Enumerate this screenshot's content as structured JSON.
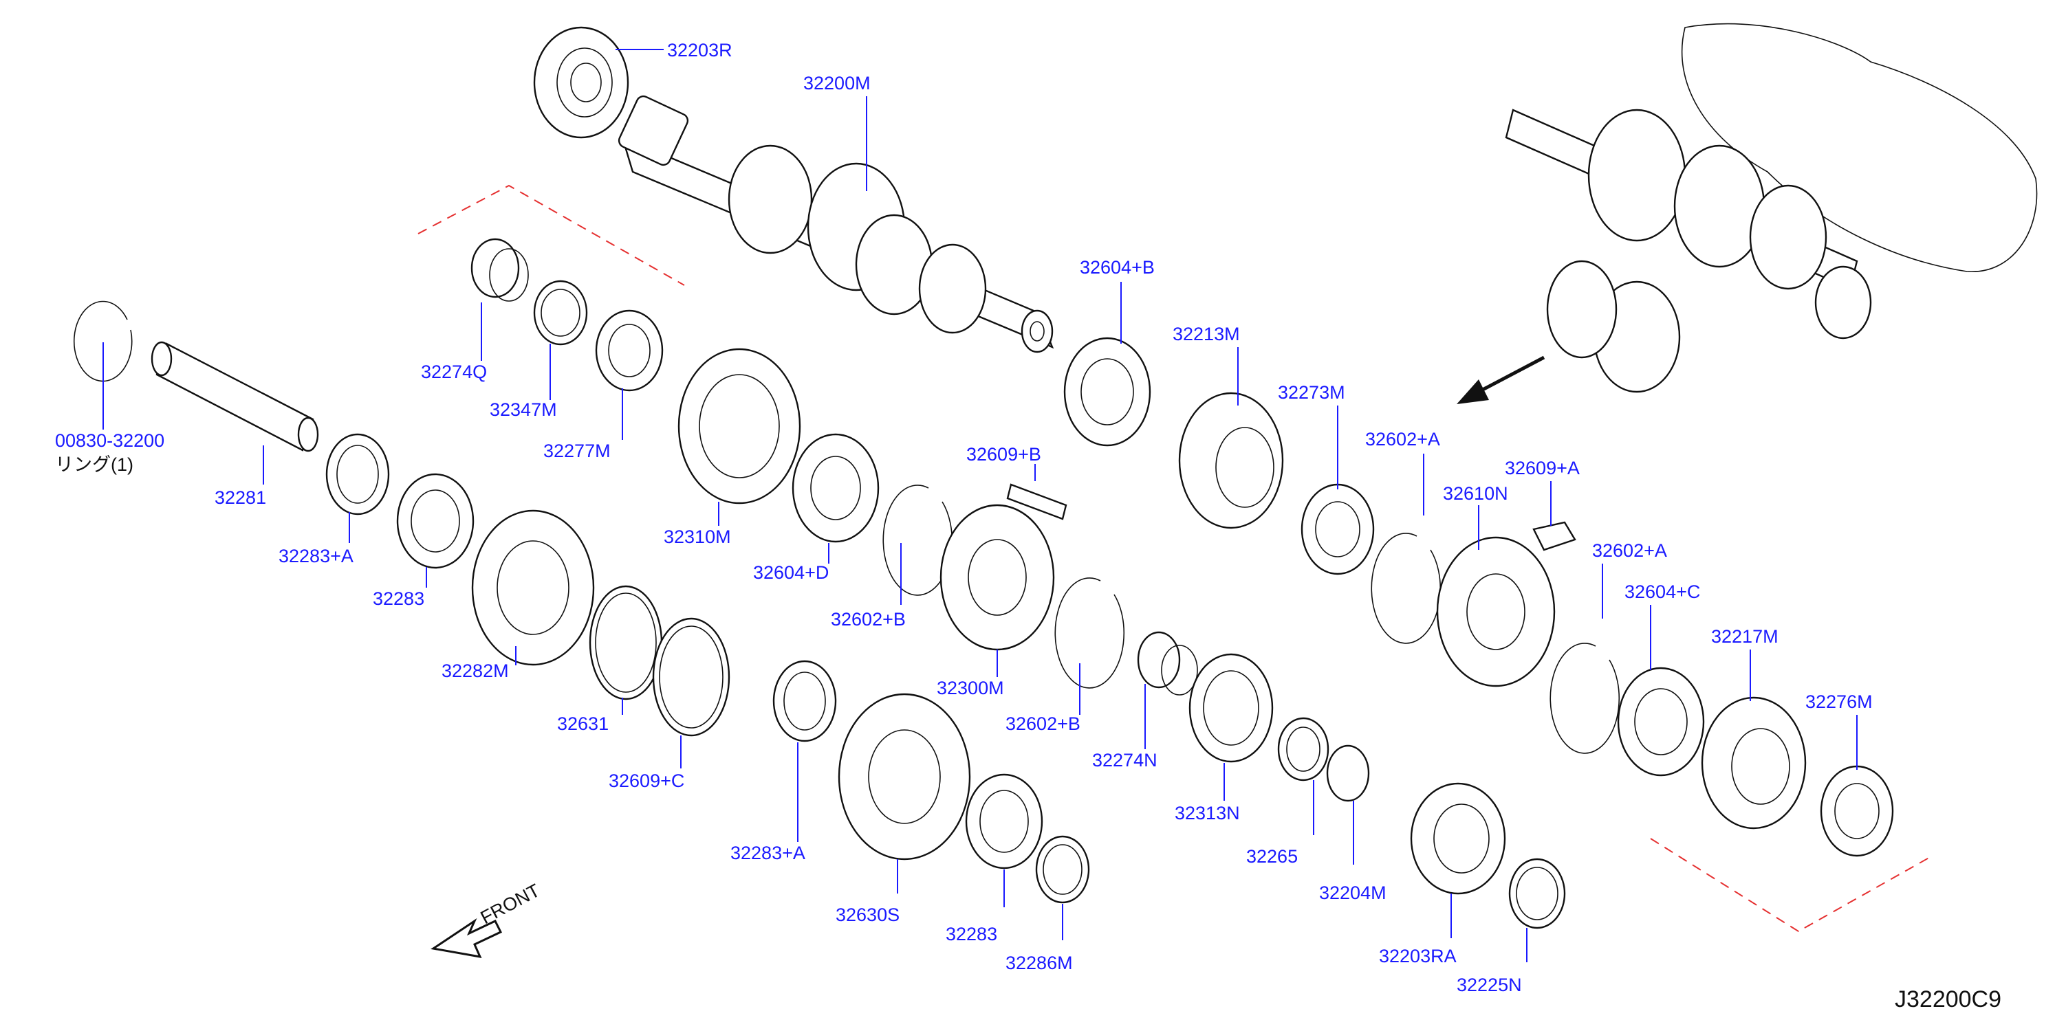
{
  "diagram_code": "J32200C9",
  "front_label": "FRONT",
  "labels": {
    "p32203R": "32203R",
    "p32200M": "32200M",
    "p32604B": "32604+B",
    "p32213M": "32213M",
    "p32273M": "32273M",
    "p32602A_1": "32602+A",
    "p32609A": "32609+A",
    "p32610N": "32610N",
    "p32602A_2": "32602+A",
    "p32604C": "32604+C",
    "p32217M": "32217M",
    "p32276M": "32276M",
    "p32274Q": "32274Q",
    "p32347M": "32347M",
    "p32277M": "32277M",
    "p00830": "00830-32200",
    "ring_note": "リング(1)",
    "p32281": "32281",
    "p32283A_1": "32283+A",
    "p32283_1": "32283",
    "p32310M": "32310M",
    "p32604D": "32604+D",
    "p32609B": "32609+B",
    "p32602B_1": "32602+B",
    "p32282M": "32282M",
    "p32631": "32631",
    "p32609C": "32609+C",
    "p32300M": "32300M",
    "p32602B_2": "32602+B",
    "p32274N": "32274N",
    "p32313N": "32313N",
    "p32265": "32265",
    "p32204M": "32204M",
    "p32283A_2": "32283+A",
    "p32630S": "32630S",
    "p32283_2": "32283",
    "p32286M": "32286M",
    "p32203RA": "32203RA",
    "p32225N": "32225N"
  },
  "colors": {
    "label": "#1a1aff",
    "outline": "#111111",
    "dashed_frame": "#e53030",
    "background": "#ffffff"
  },
  "icons": [
    "front-arrow-icon",
    "direction-arrow-icon"
  ]
}
